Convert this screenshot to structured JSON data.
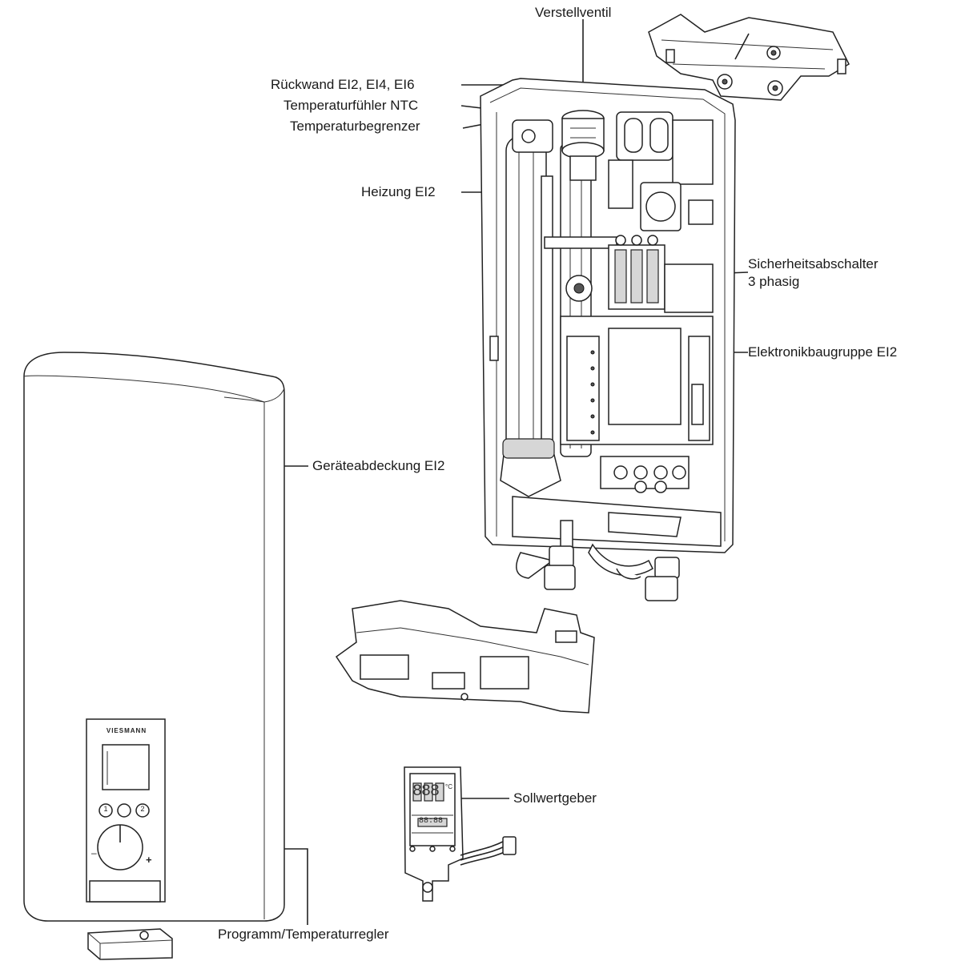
{
  "labels": {
    "verstellventil": "Verstellventil",
    "rueckwand": "Rückwand EI2, EI4, EI6",
    "ntc": "Temperaturfühler NTC",
    "begrenzer": "Temperaturbegrenzer",
    "heizung": "Heizung EI2",
    "sicherheit_line1": "Sicherheitsabschalter",
    "sicherheit_line2": "3 phasig",
    "elektronik": "Elektronikbaugruppe EI2",
    "abdeckung": "Geräteabdeckung EI2",
    "sollwert": "Sollwertgeber",
    "programm": "Programm/Temperaturregler"
  },
  "cover_panel": {
    "brand": "VIESMANN",
    "button_1": "1",
    "button_2": "2",
    "minus": "–",
    "plus": "+"
  },
  "display_board": {
    "digits": "888",
    "unit": "°C",
    "small_digits": "88:88"
  },
  "colors": {
    "line": "#222222",
    "fill": "#ffffff",
    "shade": "#d6d6d6"
  }
}
